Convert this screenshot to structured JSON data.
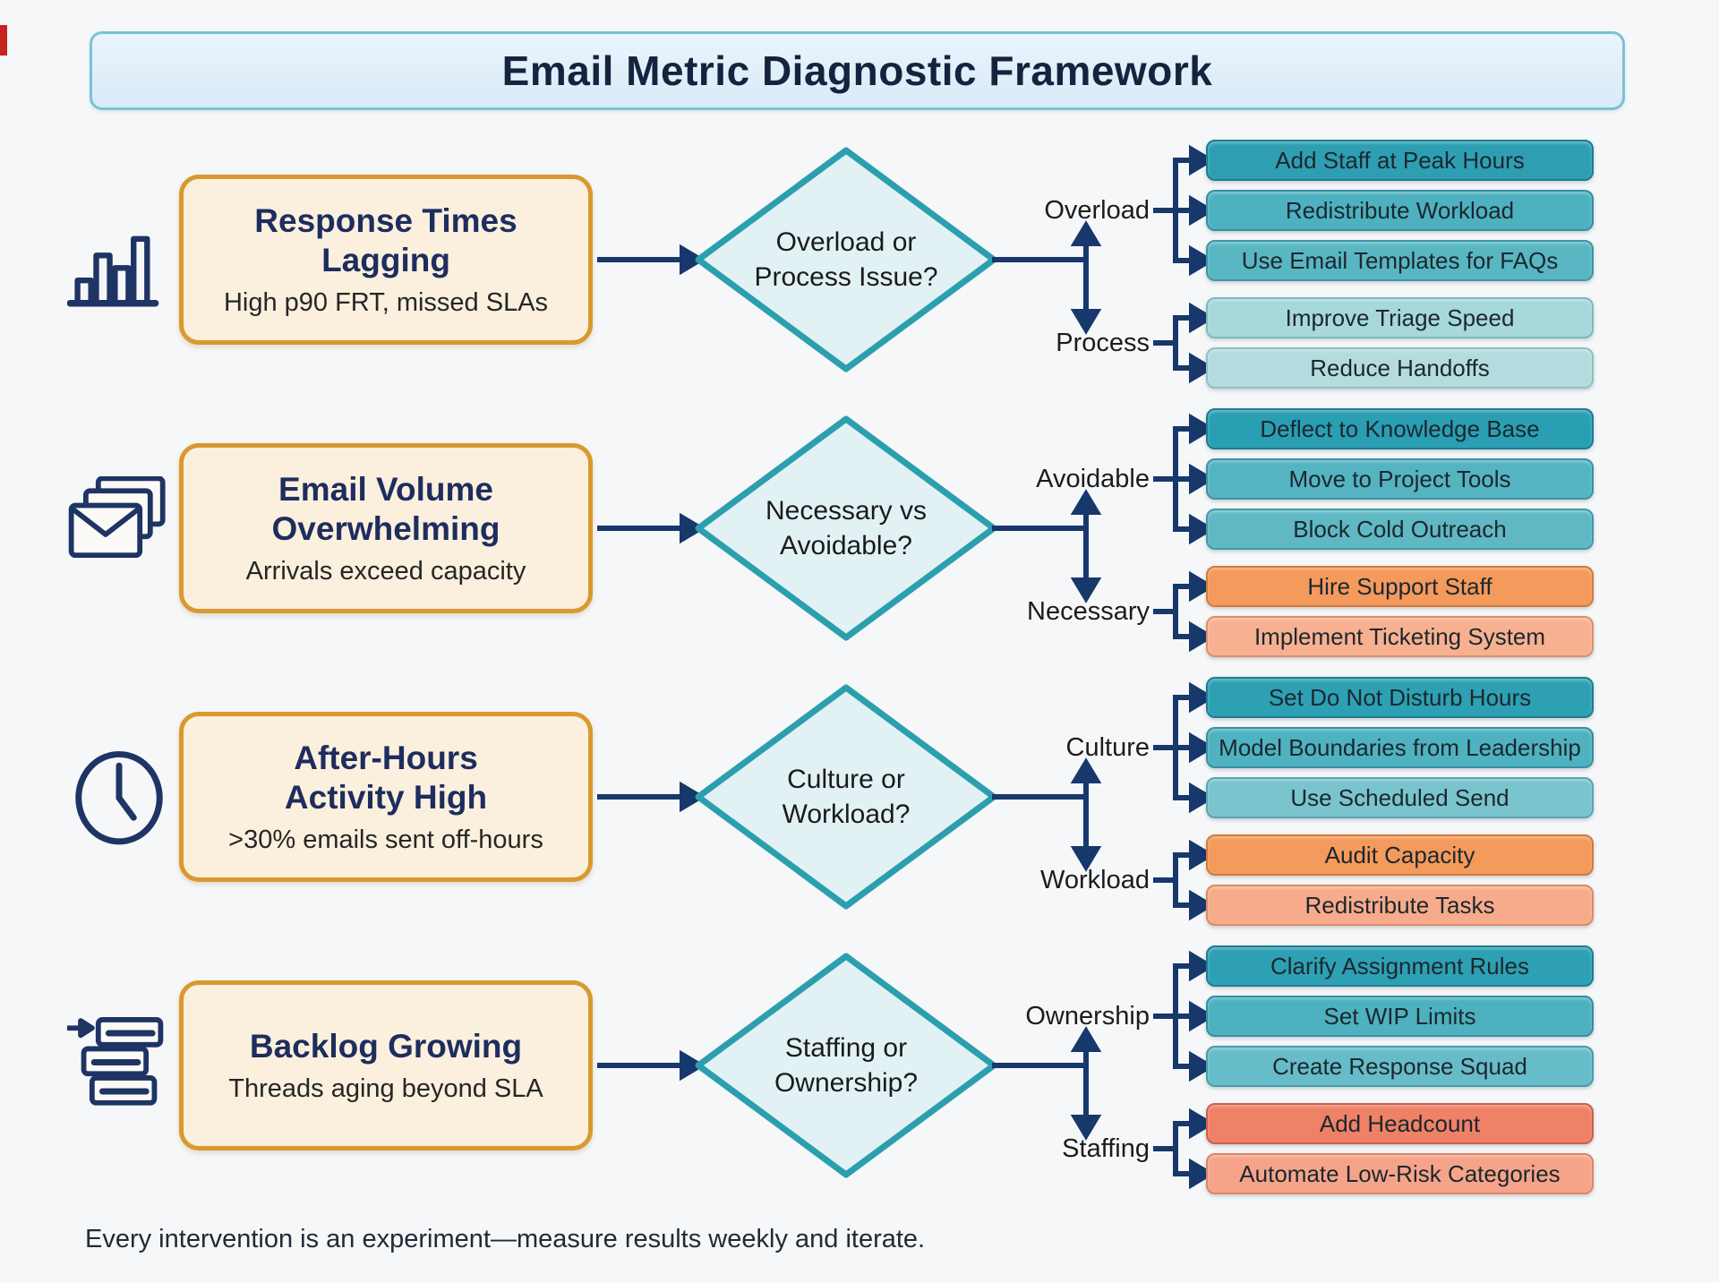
{
  "title": "Email Metric Diagnostic Framework",
  "footer": "Every intervention is an experiment—measure results weekly and iterate.",
  "colors": {
    "background": "#f6f7f9",
    "connector_navy": "#17386b",
    "diamond_fill": "#e2f2f4",
    "diamond_border": "#2c9fae",
    "problem_fill": "#faf0dd",
    "problem_border": "#d9992f",
    "title_border": "#79c3d3",
    "icon_navy": "#1e3464"
  },
  "rows": [
    {
      "icon": "bar-chart-icon",
      "problem": {
        "title": [
          "Response Times",
          "Lagging"
        ],
        "subtitle": "High p90 FRT, missed SLAs"
      },
      "decision": [
        "Overload or",
        "Process Issue?"
      ],
      "branches": [
        {
          "label": "Overload",
          "actions": [
            {
              "text": "Add Staff at Peak Hours",
              "bg": "#2e9fb3",
              "border": "#1d7d90"
            },
            {
              "text": "Redistribute Workload",
              "bg": "#4db1c0",
              "border": "#338fa0"
            },
            {
              "text": "Use Email Templates for FAQs",
              "bg": "#59b6c3",
              "border": "#3d96a5"
            }
          ]
        },
        {
          "label": "Process",
          "actions": [
            {
              "text": "Improve Triage Speed",
              "bg": "#a7d8db",
              "border": "#7fb9bd"
            },
            {
              "text": "Reduce Handoffs",
              "bg": "#b4dcdf",
              "border": "#8cc1c5"
            }
          ]
        }
      ]
    },
    {
      "icon": "envelope-stack-icon",
      "problem": {
        "title": [
          "Email Volume",
          "Overwhelming"
        ],
        "subtitle": "Arrivals exceed capacity"
      },
      "decision": [
        "Necessary vs",
        "Avoidable?"
      ],
      "branches": [
        {
          "label": "Avoidable",
          "actions": [
            {
              "text": "Deflect to Knowledge Base",
              "bg": "#2a9fb4",
              "border": "#1d7d90"
            },
            {
              "text": "Move to Project Tools",
              "bg": "#55b4c2",
              "border": "#3a93a3"
            },
            {
              "text": "Block Cold Outreach",
              "bg": "#5fb8c4",
              "border": "#4399a7"
            }
          ]
        },
        {
          "label": "Necessary",
          "actions": [
            {
              "text": "Hire Support Staff",
              "bg": "#f39a5c",
              "border": "#d5793a"
            },
            {
              "text": "Implement Ticketing System",
              "bg": "#f7b191",
              "border": "#dd9067"
            }
          ]
        }
      ]
    },
    {
      "icon": "clock-icon",
      "problem": {
        "title": [
          "After-Hours",
          "Activity High"
        ],
        "subtitle": ">30% emails sent off-hours"
      },
      "decision": [
        "Culture or",
        "Workload?"
      ],
      "branches": [
        {
          "label": "Culture",
          "actions": [
            {
              "text": "Set Do Not Disturb Hours",
              "bg": "#2da0b4",
              "border": "#1d7d90"
            },
            {
              "text": "Model Boundaries from Leadership",
              "bg": "#4fb2c0",
              "border": "#3690a0"
            },
            {
              "text": "Use Scheduled Send",
              "bg": "#79c4cd",
              "border": "#57a6b1"
            }
          ]
        },
        {
          "label": "Workload",
          "actions": [
            {
              "text": "Audit Capacity",
              "bg": "#f39a5c",
              "border": "#d5793a"
            },
            {
              "text": "Redistribute Tasks",
              "bg": "#f7ab8b",
              "border": "#dd8a64"
            }
          ]
        }
      ]
    },
    {
      "icon": "backlog-icon",
      "problem": {
        "title": [
          "Backlog Growing"
        ],
        "subtitle": "Threads aging beyond SLA"
      },
      "decision": [
        "Staffing or",
        "Ownership?"
      ],
      "branches": [
        {
          "label": "Ownership",
          "actions": [
            {
              "text": "Clarify Assignment Rules",
              "bg": "#2da0b4",
              "border": "#1d7d90"
            },
            {
              "text": "Set WIP Limits",
              "bg": "#4db1c0",
              "border": "#338fa0"
            },
            {
              "text": "Create Response Squad",
              "bg": "#66bcc8",
              "border": "#479dab"
            }
          ]
        },
        {
          "label": "Staffing",
          "actions": [
            {
              "text": "Add Headcount",
              "bg": "#ee8166",
              "border": "#d05e49"
            },
            {
              "text": "Automate Low-Risk Categories",
              "bg": "#f6a489",
              "border": "#dc8468"
            }
          ]
        }
      ]
    }
  ]
}
